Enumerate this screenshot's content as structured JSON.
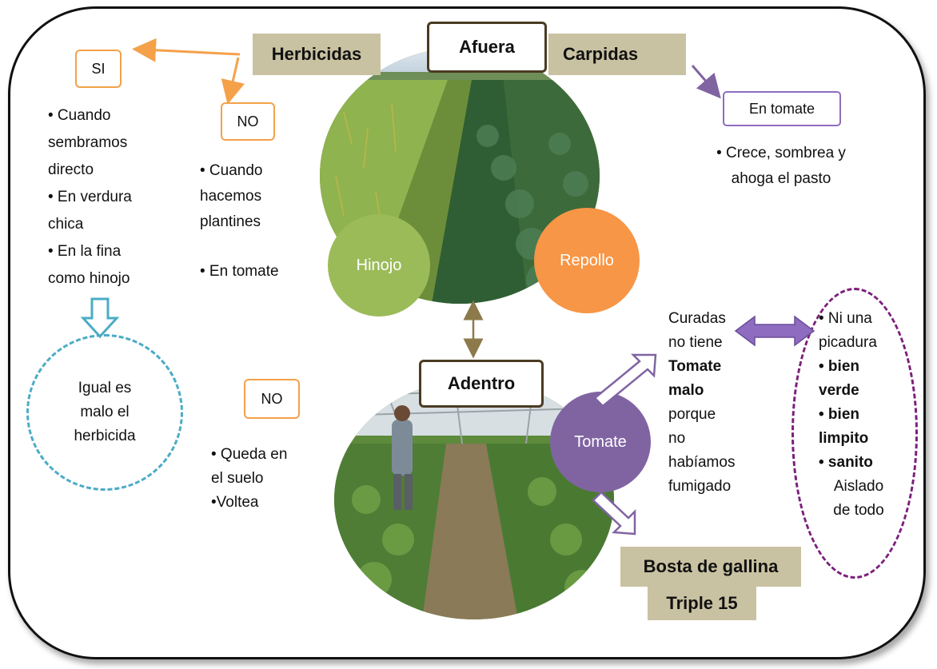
{
  "labels": {
    "afuera": "Afuera",
    "adentro": "Adentro",
    "herbicidas": "Herbicidas",
    "carpidas": "Carpidas",
    "si": "SI",
    "no_top": "NO",
    "no_bottom": "NO",
    "en_tomate_box": "En tomate",
    "bosta": "Bosta de gallina",
    "triple": "Triple 15"
  },
  "circles": {
    "hinojo": "Hinojo",
    "repollo": "Repollo",
    "tomate": "Tomate",
    "igual_es_malo": [
      "Igual es",
      "malo el",
      "herbicida"
    ]
  },
  "lists": {
    "si_items": [
      "• Cuando",
      "sembramos",
      "directo",
      "• En verdura",
      "chica",
      "• En la fina",
      "como hinojo"
    ],
    "no_top_items": [
      "• Cuando",
      "hacemos",
      "plantines",
      "• En tomate"
    ],
    "no_bottom_items": [
      "• Queda en",
      "el suelo",
      "•Voltea"
    ],
    "carpidas_items": [
      "• Crece, sombrea y",
      "ahoga el pasto"
    ],
    "curadas_lines": [
      "Curadas",
      "no tiene",
      "Tomate",
      "malo",
      "porque",
      "no",
      "habíamos",
      "fumigado"
    ],
    "oval_items": [
      "• Ni una",
      "picadura",
      "• bien",
      "verde",
      "• bien",
      "limpito",
      "• sanito",
      "Aislado",
      "de todo"
    ]
  },
  "colors": {
    "orange": "#f4a14a",
    "purple": "#8e6cbf",
    "green_circle": "#9bbb59",
    "orange_circle": "#f79646",
    "purple_circle": "#8064a2",
    "tan": "#c9c2a2",
    "teal_dash": "#4bacc6",
    "dark_purple_dash": "#7b1f7b"
  }
}
